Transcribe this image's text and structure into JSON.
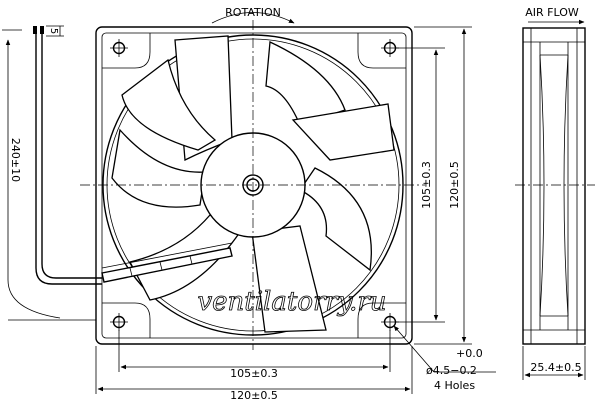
{
  "top_labels": {
    "rotation": "ROTATION",
    "air_flow": "AIR FLOW"
  },
  "dimensions": {
    "wire_strip": "5",
    "lead_length": "240±10",
    "hole_spacing_vertical": "105±0.3",
    "frame_height": "120±0.5",
    "hole_spacing_horizontal": "105±0.3",
    "frame_width": "120±0.5",
    "hole_tolerance_upper": "+0.0",
    "hole_diameter": "ø4.5−0.2",
    "hole_count": "4 Holes",
    "depth": "25.4±0.5"
  },
  "watermark": "ventilatorry.ru",
  "icons": [
    "rotation-arrow-icon",
    "air-flow-arrow-icon"
  ]
}
